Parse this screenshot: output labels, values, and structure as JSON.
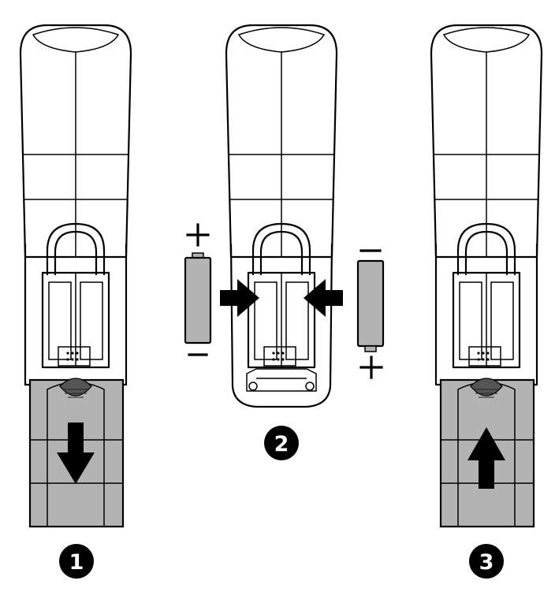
{
  "steps": [
    {
      "number": "1",
      "action": "slide-cover-down"
    },
    {
      "number": "2",
      "action": "insert-batteries"
    },
    {
      "number": "3",
      "action": "slide-cover-up"
    }
  ],
  "colors": {
    "cover": "#b3b3b3",
    "line": "#000000",
    "background": "#ffffff"
  },
  "icons": [
    "arrow-down-icon",
    "arrow-right-icon",
    "arrow-left-icon",
    "arrow-up-icon",
    "plus-icon",
    "minus-icon",
    "battery-icon"
  ]
}
